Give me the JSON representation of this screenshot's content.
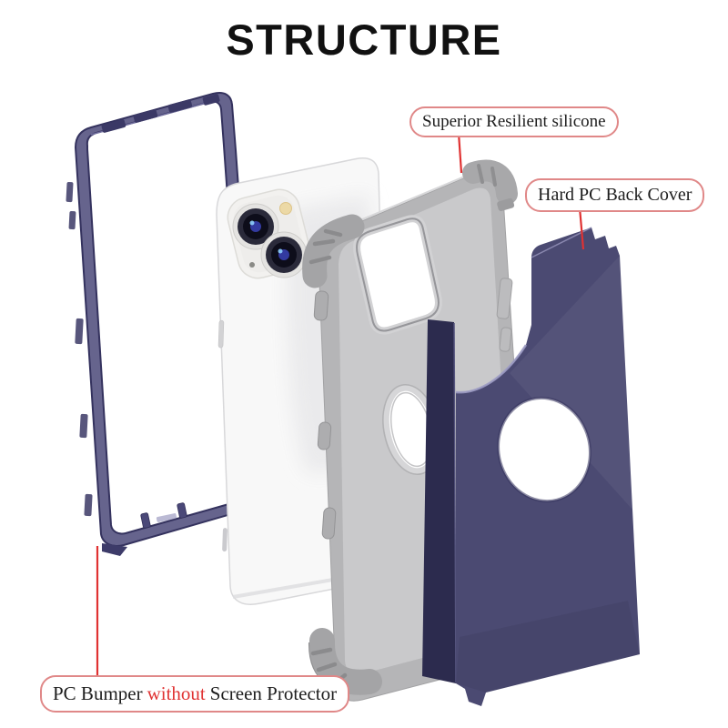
{
  "title": "STRUCTURE",
  "annotations": {
    "silicone_label": "Superior Resilient silicone",
    "back_cover_label": "Hard PC Back Cover",
    "bumper_label_prefix": "PC Bumper",
    "bumper_label_highlight": "without",
    "bumper_label_suffix": "Screen Protector"
  },
  "colors": {
    "accent_red": "#e03232",
    "label_border": "#e08888",
    "label_text": "#1d1d1d",
    "title_text": "#111111"
  },
  "parts": {
    "bumper_frame": {
      "name": "pc-bumper-frame",
      "color": "#514f7d"
    },
    "phone": {
      "name": "white-phone",
      "color": "#f8f8f8"
    },
    "silicone_case": {
      "name": "silicone-case",
      "color": "#b5b5b7"
    },
    "back_cover": {
      "name": "hard-pc-back-cover",
      "color": "#4b4a72"
    }
  }
}
